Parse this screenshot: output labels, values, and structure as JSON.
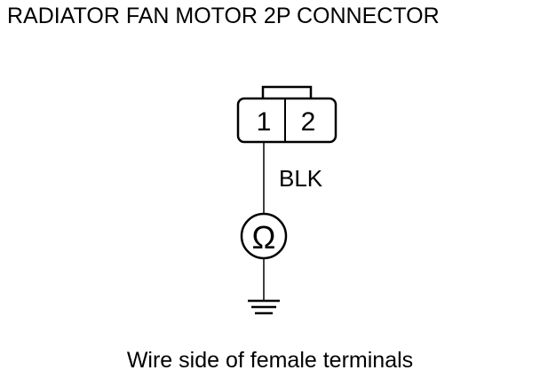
{
  "title": "RADIATOR FAN MOTOR 2P CONNECTOR",
  "connector": {
    "terminals": [
      "1",
      "2"
    ]
  },
  "wire": {
    "color_label": "BLK"
  },
  "meter_symbol": "Ω",
  "ground_icon": "ground-icon",
  "caption": "Wire side of female terminals"
}
